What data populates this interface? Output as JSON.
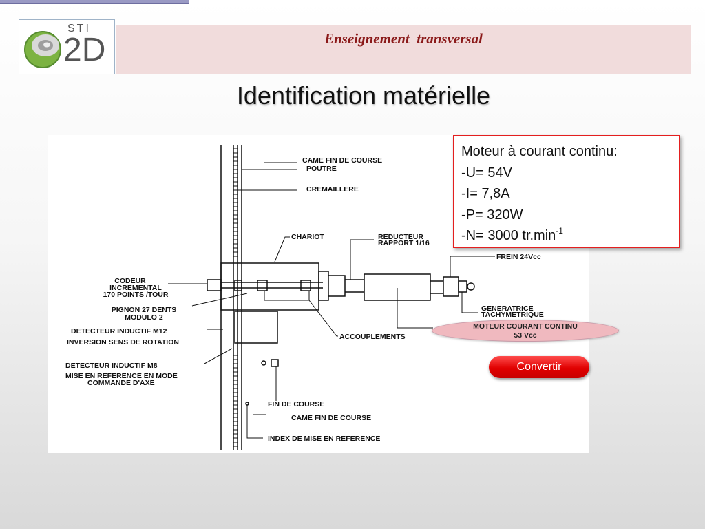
{
  "header": {
    "title": "Enseignement  transversal",
    "logo": {
      "top_text": "STI",
      "main_text": "2D"
    }
  },
  "page_title": "Identification matérielle",
  "diagram": {
    "labels": {
      "came_fin_course_top": "CAME FIN DE COURSE",
      "poutre": "POUTRE",
      "cremaillere": "CREMAILLERE",
      "chariot": "CHARIOT",
      "reducteur_1": "REDUCTEUR",
      "reducteur_2": "RAPPORT 1/16",
      "frein": "FREIN 24Vcc",
      "codeur_1": "CODEUR",
      "codeur_2": "INCREMENTAL",
      "codeur_3": "170 POINTS /TOUR",
      "pignon_1": "PIGNON 27 DENTS",
      "pignon_2": "MODULO 2",
      "generatrice_1": "GENERATRICE",
      "generatrice_2": "TACHYMETRIQUE",
      "detecteur_m12": "DETECTEUR INDUCTIF M12",
      "inversion": "INVERSION SENS DE ROTATION",
      "accouplements": "ACCOUPLEMENTS",
      "detecteur_m8": "DETECTEUR INDUCTIF M8",
      "mise_ref_1": "MISE EN REFERENCE EN MODE",
      "mise_ref_2": "COMMANDE D'AXE",
      "fin_de_course": "FIN DE COURSE",
      "came_fin_course_bottom": "CAME FIN DE COURSE",
      "index_ref": "INDEX DE MISE EN REFERENCE"
    }
  },
  "spec": {
    "heading": "Moteur à courant continu:",
    "u": "-U= 54V",
    "i": "-I= 7,8A",
    "p": "-P= 320W",
    "n": "-N= 3000 tr.min",
    "n_exp": "-1"
  },
  "motor_label": {
    "line1": "MOTEUR COURANT CONTINU",
    "line2": "53 Vcc"
  },
  "convert_button": {
    "label": "Convertir"
  },
  "colors": {
    "accent_red": "#e41f1f",
    "title_red": "#8b1a1a",
    "header_band": "#f1dcdc"
  }
}
